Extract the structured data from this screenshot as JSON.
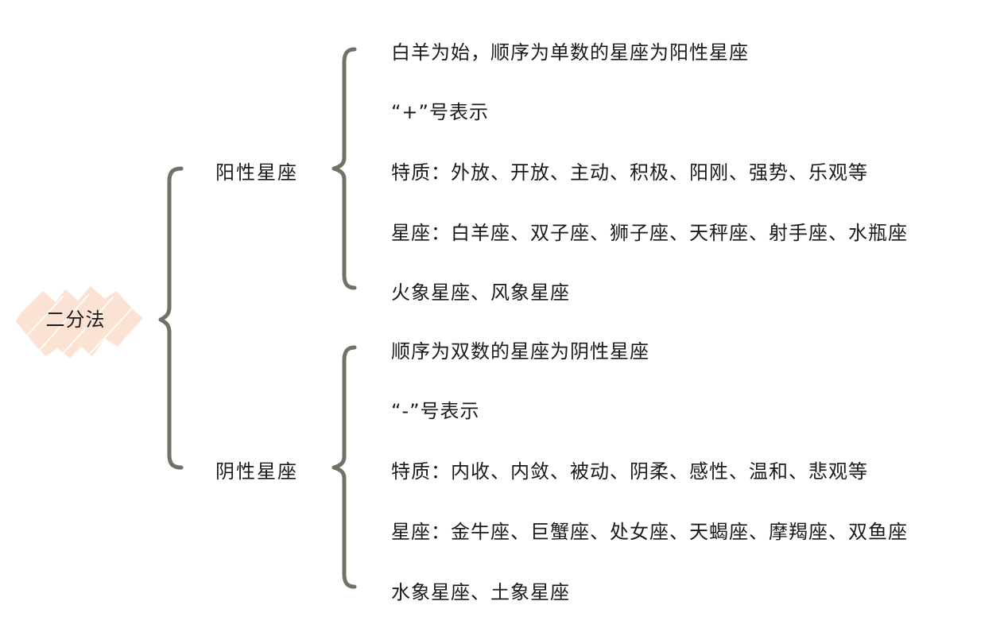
{
  "colors": {
    "bracket": "#6f7265",
    "highlight": "#fbe2d2",
    "text": "#1a1a1a",
    "background": "#ffffff"
  },
  "root": {
    "label": "二分法"
  },
  "branches": [
    {
      "label": "阳性星座",
      "items": [
        "白羊为始，顺序为单数的星座为阳性星座",
        "“+”号表示",
        "特质：外放、开放、主动、积极、阳刚、强势、乐观等",
        "星座：白羊座、双子座、狮子座、天秤座、射手座、水瓶座",
        "火象星座、风象星座"
      ]
    },
    {
      "label": "阴性星座",
      "items": [
        "顺序为双数的星座为阴性星座",
        "“-”号表示",
        "特质：内收、内敛、被动、阴柔、感性、温和、悲观等",
        "星座：金牛座、巨蟹座、处女座、天蝎座、摩羯座、双鱼座",
        "水象星座、土象星座"
      ]
    }
  ]
}
